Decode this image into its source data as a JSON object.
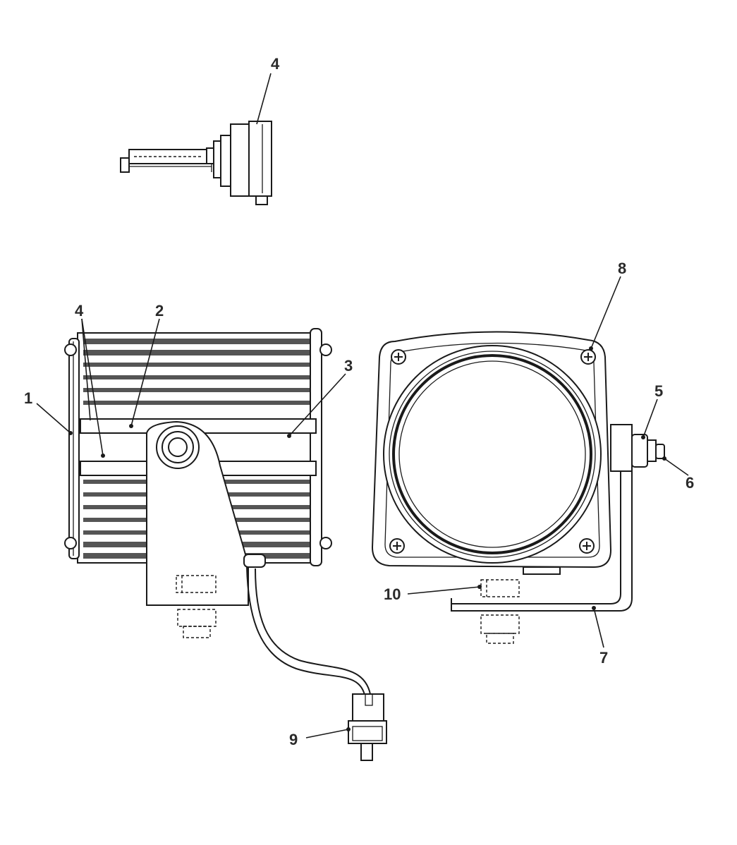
{
  "diagram": {
    "callouts": [
      {
        "id": "c-bulb-4",
        "label": "4"
      },
      {
        "id": "c-1",
        "label": "1"
      },
      {
        "id": "c-4b",
        "label": "4"
      },
      {
        "id": "c-2",
        "label": "2"
      },
      {
        "id": "c-3",
        "label": "3"
      },
      {
        "id": "c-8",
        "label": "8"
      },
      {
        "id": "c-5",
        "label": "5"
      },
      {
        "id": "c-6",
        "label": "6"
      },
      {
        "id": "c-10",
        "label": "10"
      },
      {
        "id": "c-7",
        "label": "7"
      },
      {
        "id": "c-9",
        "label": "9"
      }
    ],
    "colors": {
      "line": "#1a1a1a",
      "text": "#2a2a2a",
      "background": "#ffffff"
    }
  }
}
